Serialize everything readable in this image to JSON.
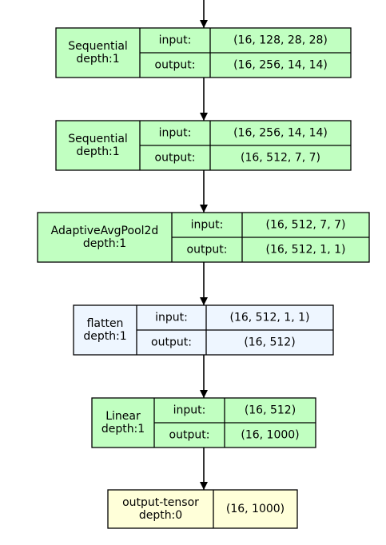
{
  "colors": {
    "module_fill": "#c1ffc1",
    "function_fill": "#eef6ff",
    "tensor_fill": "#ffffd9",
    "border": "#000000",
    "edge": "#000000"
  },
  "nodes": [
    {
      "id": "sequential-1",
      "kind": "module",
      "name": "Sequential",
      "depth": "depth:1",
      "input_label": "input:",
      "input_value": "(16, 128, 28, 28)",
      "output_label": "output:",
      "output_value": "(16, 256, 14, 14)"
    },
    {
      "id": "sequential-2",
      "kind": "module",
      "name": "Sequential",
      "depth": "depth:1",
      "input_label": "input:",
      "input_value": "(16, 256, 14, 14)",
      "output_label": "output:",
      "output_value": "(16, 512, 7, 7)"
    },
    {
      "id": "adaptiveavgpool2d",
      "kind": "module",
      "name": "AdaptiveAvgPool2d",
      "depth": "depth:1",
      "input_label": "input:",
      "input_value": "(16, 512, 7, 7)",
      "output_label": "output:",
      "output_value": "(16, 512, 1, 1)"
    },
    {
      "id": "flatten",
      "kind": "function",
      "name": "flatten",
      "depth": "depth:1",
      "input_label": "input:",
      "input_value": "(16, 512, 1, 1)",
      "output_label": "output:",
      "output_value": "(16, 512)"
    },
    {
      "id": "linear",
      "kind": "module",
      "name": "Linear",
      "depth": "depth:1",
      "input_label": "input:",
      "input_value": "(16, 512)",
      "output_label": "output:",
      "output_value": "(16, 1000)"
    },
    {
      "id": "output-tensor",
      "kind": "tensor",
      "name": "output-tensor",
      "depth": "depth:0",
      "value": "(16, 1000)"
    }
  ],
  "edges": [
    {
      "from": "incoming",
      "to": "sequential-1"
    },
    {
      "from": "sequential-1",
      "to": "sequential-2"
    },
    {
      "from": "sequential-2",
      "to": "adaptiveavgpool2d"
    },
    {
      "from": "adaptiveavgpool2d",
      "to": "flatten"
    },
    {
      "from": "flatten",
      "to": "linear"
    },
    {
      "from": "linear",
      "to": "output-tensor"
    }
  ]
}
